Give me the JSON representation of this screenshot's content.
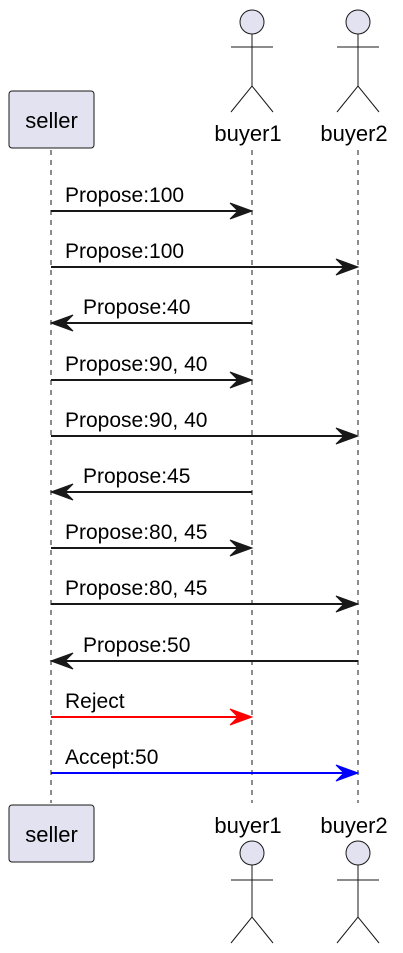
{
  "participants": {
    "seller": {
      "label": "seller",
      "kind": "participant"
    },
    "buyer1": {
      "label": "buyer1",
      "kind": "actor"
    },
    "buyer2": {
      "label": "buyer2",
      "kind": "actor"
    }
  },
  "colors": {
    "default": "#181818",
    "reject": "#ff0000",
    "accept": "#0000ff",
    "participant_fill": "#e2e2f0"
  },
  "messages": [
    {
      "from": "seller",
      "to": "buyer1",
      "text": "Propose:100",
      "color": "default"
    },
    {
      "from": "seller",
      "to": "buyer2",
      "text": "Propose:100",
      "color": "default"
    },
    {
      "from": "buyer1",
      "to": "seller",
      "text": "Propose:40",
      "color": "default"
    },
    {
      "from": "seller",
      "to": "buyer1",
      "text": "Propose:90, 40",
      "color": "default"
    },
    {
      "from": "seller",
      "to": "buyer2",
      "text": "Propose:90, 40",
      "color": "default"
    },
    {
      "from": "buyer1",
      "to": "seller",
      "text": "Propose:45",
      "color": "default"
    },
    {
      "from": "seller",
      "to": "buyer1",
      "text": "Propose:80, 45",
      "color": "default"
    },
    {
      "from": "seller",
      "to": "buyer2",
      "text": "Propose:80, 45",
      "color": "default"
    },
    {
      "from": "buyer2",
      "to": "seller",
      "text": "Propose:50",
      "color": "default"
    },
    {
      "from": "seller",
      "to": "buyer1",
      "text": "Reject",
      "color": "reject"
    },
    {
      "from": "seller",
      "to": "buyer2",
      "text": "Accept:50",
      "color": "accept"
    }
  ]
}
